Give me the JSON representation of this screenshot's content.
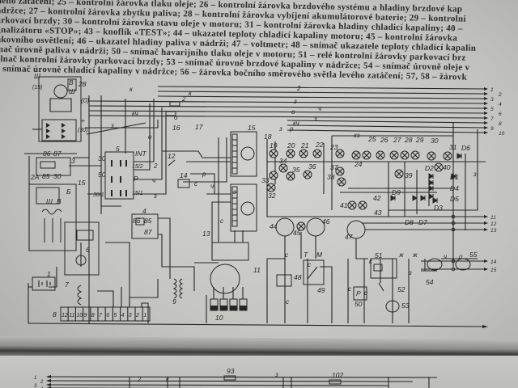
{
  "legend_lines": [
    "ného zatáčení; 25 – kontrolní žárovka tlaku oleje; 26 – kontrolní žárovka brzdového systému a hladiny brzdové kap",
    "ádržce; 27 – kontrolní žárovka zbytku paliva; 28 – kontrolní žárovka vybíjení akumulátorové baterie; 29 – kontrolní",
    "arkovací brzdy; 30 – kontrolní žárovka stavu oleje v motoru; 31 – kontrolní žárovka hladiny chladicí kapaliny; 40 –",
    "gnalizátoru «STOP»; 43 – knoflík «TEST»; 44 – ukazatel teploty chladicí kapaliny motoru; 45 – kontrolní žárovka",
    "nkovního osvětlení; 46 – ukazatel hladiny paliva v nádrži; 47 – voltmetr; 48 – snímač ukazatele teploty chladicí kapalin",
    "mač úrovně paliva v nádrži; 50 – snímač havarijního tlaku oleje v motoru; 51 – relé kontrolní žárovky parkovací brz",
    "olnač kontrolní žárovky parkovací brzdy; 53 – snímač úrovně brzdové kapaliny v nádržce; 54 – snímač úrovně oleje v",
    "– snímač úrovně chladicí kapaliny v nádržce; 56 – žárovka bočního směrového světla levého zatáčení; 57, 58 – žárovk"
  ],
  "diagram": {
    "component_labels": [
      "28",
      "3",
      "2A",
      "5",
      "INT",
      "15/2",
      "P",
      "15/1",
      "30",
      "50",
      "30/1",
      "4",
      "86",
      "85",
      "87",
      "6",
      "7",
      "1",
      "8",
      "9",
      "10",
      "11",
      "12",
      "14",
      "15",
      "16",
      "17",
      "13",
      "18",
      "19",
      "20",
      "21",
      "22",
      "23",
      "24",
      "25",
      "26",
      "27",
      "28",
      "29",
      "30",
      "31",
      "D6",
      "34",
      "35",
      "36",
      "33",
      "32",
      "37",
      "38",
      "39",
      "40",
      "D1",
      "D2",
      "D4",
      "D5",
      "D3",
      "D9",
      "D8",
      "D7",
      "41",
      "42",
      "43",
      "44",
      "45",
      "46",
      "47",
      "48",
      "49",
      "50",
      "51",
      "52",
      "53",
      "54",
      "55",
      "Ш",
      "(15)",
      "В",
      "Ш",
      "(0)",
      "+",
      "(30)",
      "86",
      "87",
      "85",
      "30",
      "15",
      "Б",
      "Ш",
      "В",
      "Т",
      "М",
      "Р",
      "93",
      "102"
    ],
    "wire_labels": [
      "к",
      "кч",
      "з",
      "о",
      "2",
      "ч",
      "з",
      "2",
      "з",
      "ч",
      "о",
      "з",
      "кч",
      "з",
      "р",
      "кз",
      "з",
      "з",
      "р",
      "с",
      "ч",
      "с",
      "с",
      "с",
      "с",
      "с",
      "с",
      "к",
      "ж",
      "ч",
      "о",
      "ж",
      "з",
      "к",
      "2",
      "о",
      "к",
      "2",
      "з"
    ],
    "terminal_block": [
      "12",
      "11",
      "10",
      "9",
      "8",
      "7",
      "6",
      "5",
      "4",
      "3",
      "2",
      "1"
    ],
    "right_terminals": [
      "1",
      "2",
      "3",
      "4",
      "5",
      "6",
      "7",
      "8",
      "9",
      "10",
      "11",
      "12",
      "13",
      "14",
      "15"
    ],
    "lower_terminals": [
      "1",
      "2",
      "3",
      "4"
    ]
  }
}
